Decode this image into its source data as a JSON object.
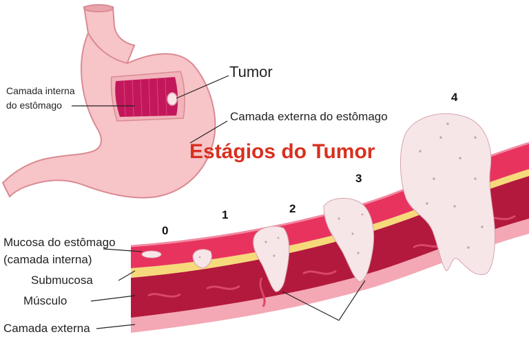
{
  "title": "Estágios do Tumor",
  "stomach": {
    "tumor_label": "Tumor",
    "inner_label_line1": "Camada interna",
    "inner_label_line2": "do estômago",
    "outer_label": "Camada externa do estômago"
  },
  "stages": [
    "0",
    "1",
    "2",
    "3",
    "4"
  ],
  "layers": {
    "mucosa_line1": "Mucosa do estômago",
    "mucosa_line2": "(camada interna)",
    "submucosa": "Submucosa",
    "muscle": "Músculo",
    "outer": "Camada externa"
  },
  "colors": {
    "stomach_fill": "#f7c4c8",
    "stomach_outline": "#d98a92",
    "inner_wall": "#c2185b",
    "mucosa": "#e8335f",
    "submucosa": "#f6d97a",
    "muscle": "#b3193c",
    "outer_layer": "#f4a7b4",
    "tumor": "#f6e6e8",
    "title": "#d9301f"
  }
}
